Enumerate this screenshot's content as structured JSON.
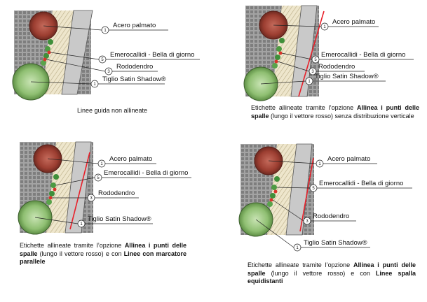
{
  "labels": {
    "acero": "Acero palmato",
    "emerocallidi": "Emerocallidi - Bella di giorno",
    "rododendro": "Rododendro",
    "tiglio": "Tiglio Satin Shadow®"
  },
  "markers": {
    "acero": "1",
    "emerocallidi": "5",
    "rododendro": "3",
    "tiglio": "1"
  },
  "captions": {
    "p1": {
      "text": "Linee guida non allineate"
    },
    "p2": {
      "t1": "Etichette allineate tramite l’opzione ",
      "b1": "Allinea i punti delle spalle",
      "t2": " (lungo il vettore rosso) senza distribuzione verticale"
    },
    "p3": {
      "t1": "Etichette allineate tramite l’opzione ",
      "b1": "Allinea i punti delle spalle",
      "t2": " (lungo il vettore rosso) e con ",
      "b2": "Linee con marcatore parallele"
    },
    "p4": {
      "t1": "Etichette allineate tramite l’opzione ",
      "b1": "Allinea i punti delle spalle",
      "t2": " (lungo il vettore rosso) e con ",
      "b2": "Linee spalla equidistanti"
    }
  },
  "colors": {
    "vector": "#e8202a",
    "paving": "#8c8c8c",
    "path": "#c8c8c8",
    "maple": "#a2483b",
    "linden": "#8fbf72",
    "hedge": "#3f8f3a"
  }
}
